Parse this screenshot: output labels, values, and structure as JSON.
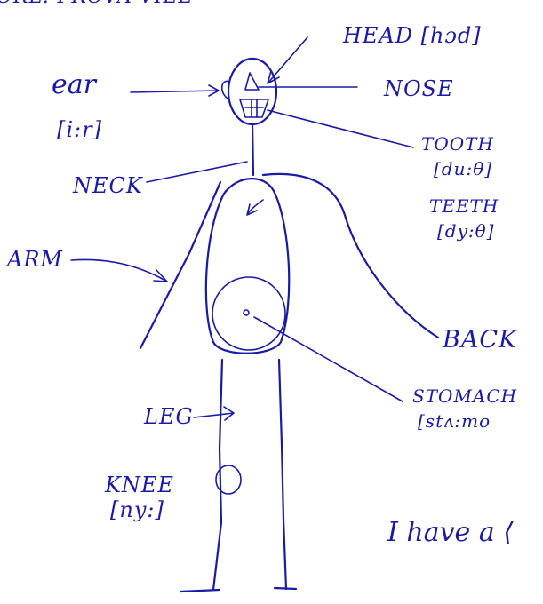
{
  "header": {
    "text": "ORL: PROVA  VIEE"
  },
  "labels": {
    "head": "HEAD [hɔd]",
    "ear": "ear",
    "ear_ipa": "[i:r]",
    "nose": "NOSE",
    "tooth": "TOOTH",
    "tooth_ipa": "[du:θ]",
    "teeth": "TEETH",
    "teeth_ipa": "[dy:θ]",
    "neck": "NECK",
    "arm": "ARM",
    "back": "BACK",
    "stomach": "STOMACH",
    "stomach_ipa": "[stʌ:mo",
    "leg": "LEG",
    "knee": "KNEE",
    "knee_ipa": "[ny:]",
    "sentence": "I have a ⟨"
  },
  "colors": {
    "ink": "#1a1aa8",
    "paper": "#ffffff"
  }
}
